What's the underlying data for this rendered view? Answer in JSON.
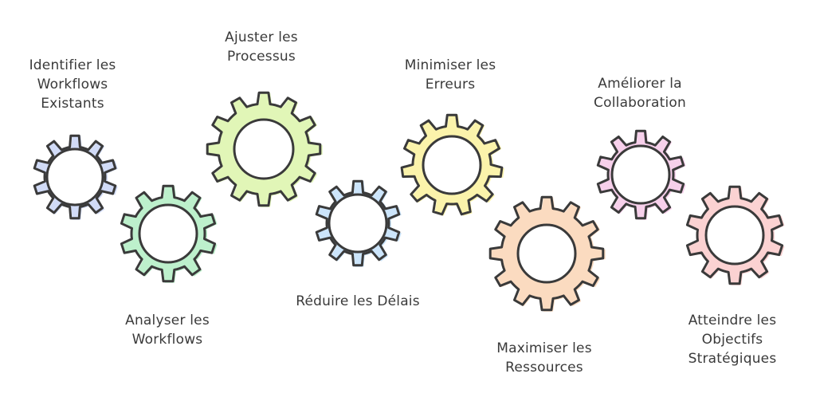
{
  "steps": [
    {
      "lines": [
        "Identifier les",
        "Workflows",
        "Existants"
      ],
      "color": "#cfd9f7"
    },
    {
      "lines": [
        "Analyser les",
        "Workflows"
      ],
      "color": "#b9efc9"
    },
    {
      "lines": [
        "Ajuster les",
        "Processus"
      ],
      "color": "#dff5b3"
    },
    {
      "lines": [
        "Réduire les Délais"
      ],
      "color": "#c9e4fb"
    },
    {
      "lines": [
        "Minimiser les",
        "Erreurs"
      ],
      "color": "#fbf2a6"
    },
    {
      "lines": [
        "Maximiser les",
        "Ressources"
      ],
      "color": "#fbd9bd"
    },
    {
      "lines": [
        "Améliorer la",
        "Collaboration"
      ],
      "color": "#f7cdea"
    },
    {
      "lines": [
        "Atteindre les",
        "Objectifs",
        "Stratégiques"
      ],
      "color": "#fbd0d0"
    }
  ],
  "stroke_color": "#3a3a3a"
}
